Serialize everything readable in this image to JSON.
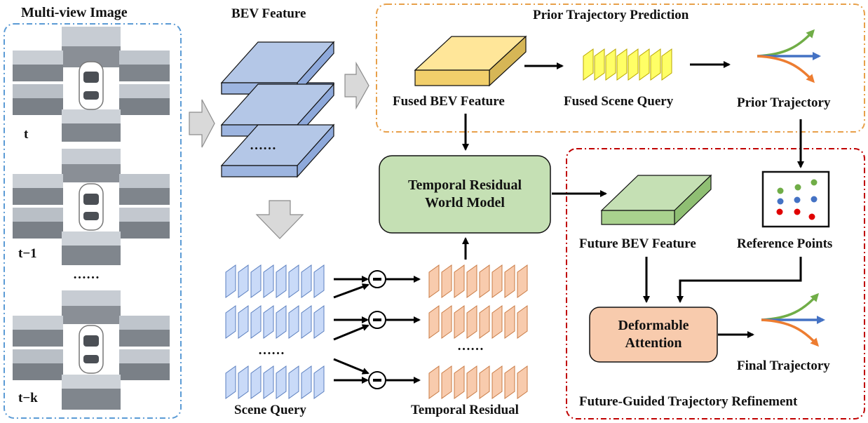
{
  "labels": {
    "multi_view": "Multi-view Image",
    "bev_feature": "BEV Feature",
    "prior_pred_title": "Prior Trajectory Prediction",
    "fused_bev": "Fused BEV Feature",
    "fused_scene_query": "Fused Scene Query",
    "prior_trajectory": "Prior Trajectory",
    "temporal_residual_world_model_l1": "Temporal Residual",
    "temporal_residual_world_model_l2": "World Model",
    "future_bev": "Future BEV Feature",
    "reference_points": "Reference Points",
    "deformable_attention_l1": "Deformable",
    "deformable_attention_l2": "Attention",
    "final_trajectory": "Final Trajectory",
    "refinement_title": "Future-Guided Trajectory Refinement",
    "scene_query": "Scene Query",
    "temporal_residual": "Temporal Residual",
    "t": "t",
    "t_minus_1": "t−1",
    "t_minus_k": "t−k",
    "ellipsis": "……"
  },
  "colors": {
    "blue_dashed": "#5b9bd5",
    "orange_dashed": "#e8a04a",
    "red_dashed": "#c00000",
    "bev_blue": "#b4c7e7",
    "bev_blue_dark": "#7a95c9",
    "fused_yellow": "#ffe699",
    "fused_yellow_dark": "#c9a227",
    "query_yellow": "#ffff66",
    "green_box": "#c5e0b4",
    "green_dark": "#6e9a59",
    "orange_box": "#f8cbad",
    "orange_dark": "#d38a5a",
    "traj_green": "#70ad47",
    "traj_blue": "#4472c4",
    "traj_orange": "#ed7d31",
    "point_red": "#e00000"
  }
}
